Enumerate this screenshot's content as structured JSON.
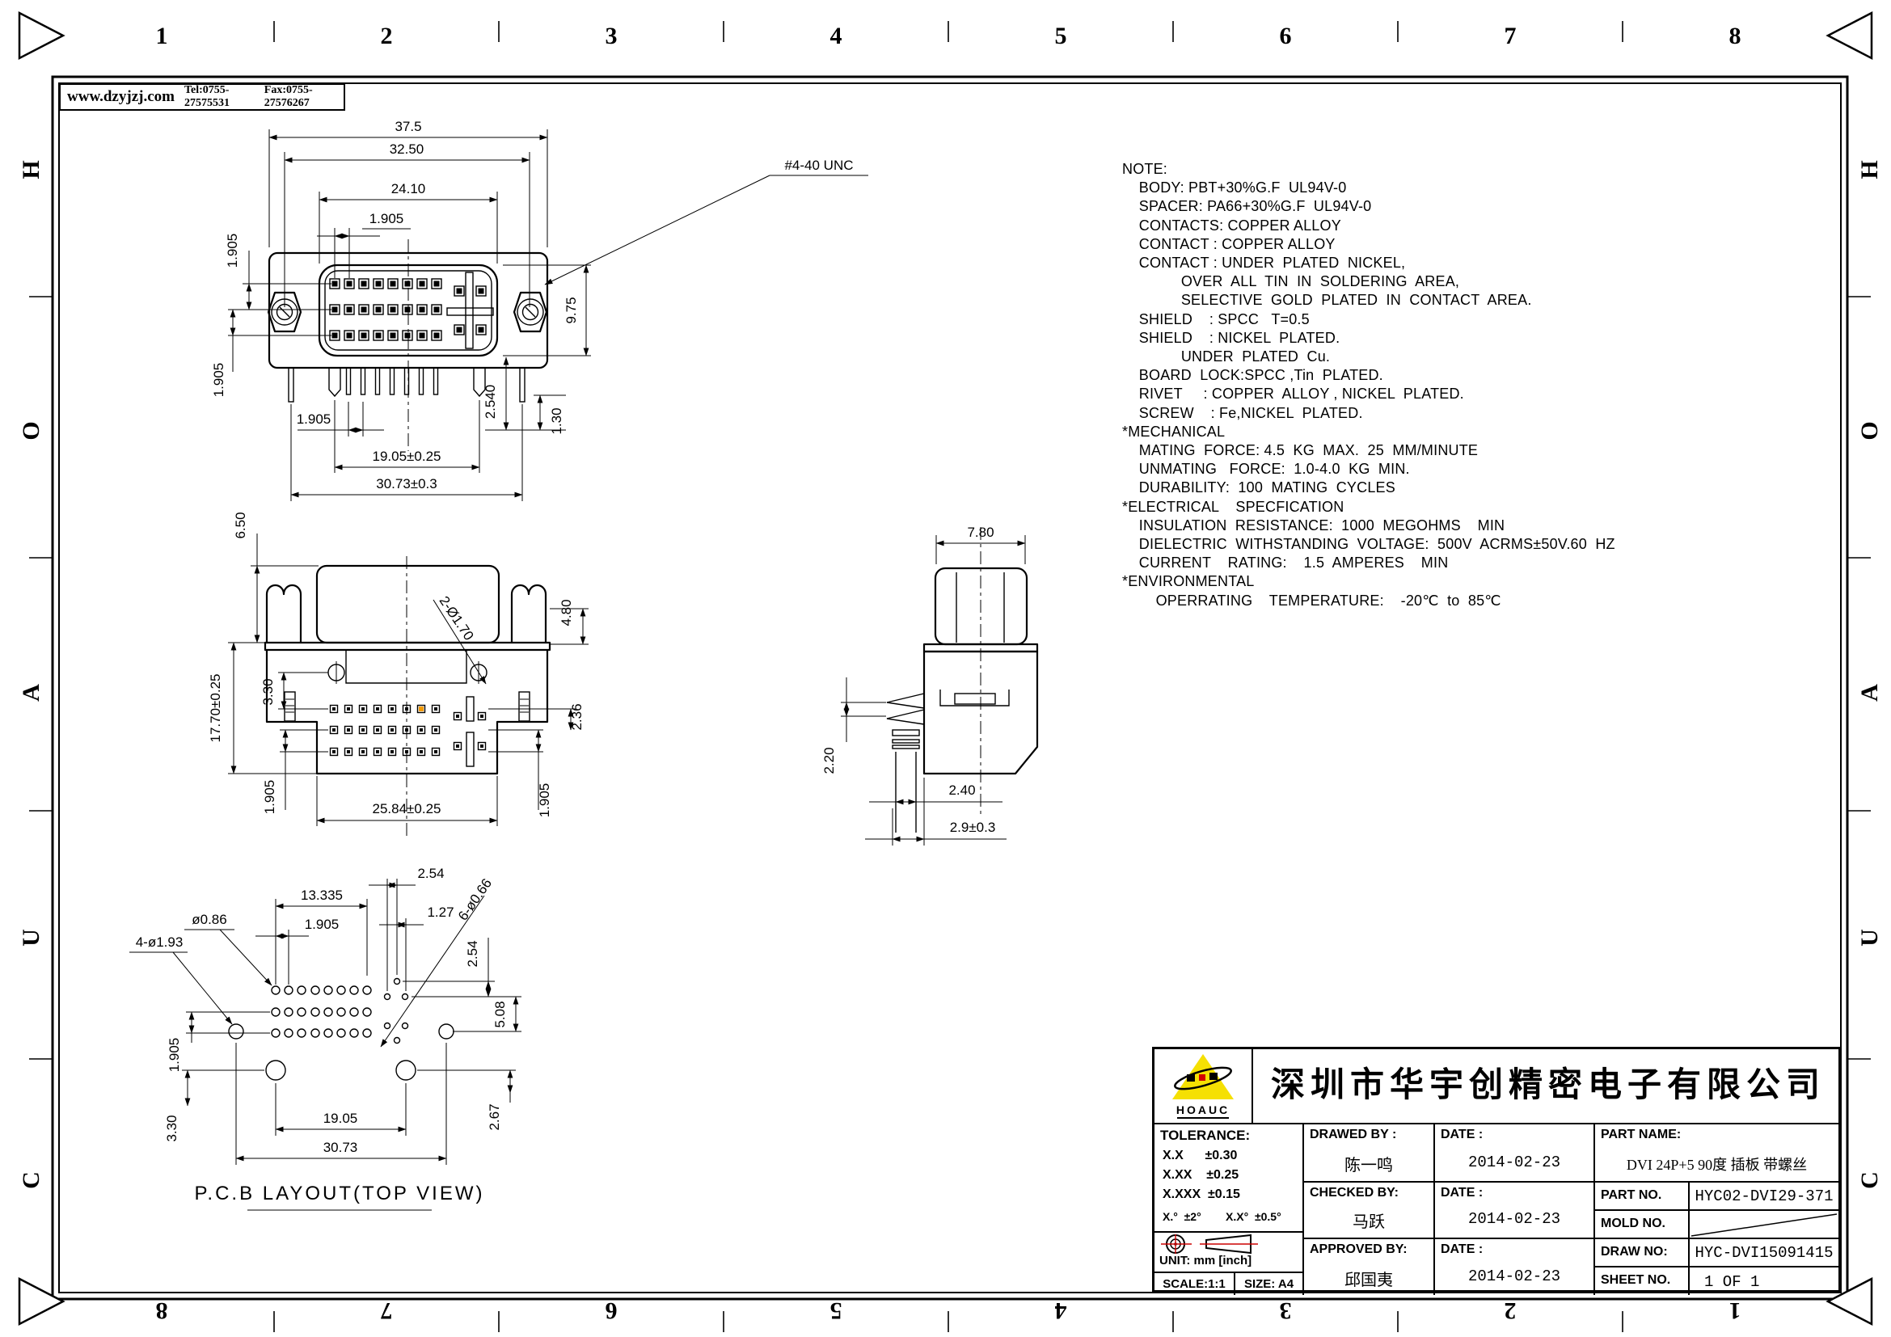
{
  "header": {
    "website": "www.dzyjzj.com",
    "tel": "Tel:0755-27575531",
    "fax": "Fax:0755-27576267"
  },
  "frame": {
    "cols_top": [
      "1",
      "2",
      "3",
      "4",
      "5",
      "6",
      "7",
      "8"
    ],
    "cols_bottom": [
      "8",
      "7",
      "6",
      "5",
      "4",
      "3",
      "2",
      "1"
    ],
    "rows_left": [
      "H",
      "O",
      "A",
      "U",
      "C"
    ],
    "rows_right": [
      "H",
      "O",
      "A",
      "U",
      "C"
    ]
  },
  "notes": {
    "text": "NOTE:\n    BODY: PBT+30%G.F  UL94V-0\n    SPACER: PA66+30%G.F  UL94V-0\n    CONTACTS: COPPER ALLOY\n    CONTACT : COPPER ALLOY\n    CONTACT : UNDER  PLATED  NICKEL,\n              OVER  ALL  TIN  IN  SOLDERING  AREA,\n              SELECTIVE  GOLD  PLATED  IN  CONTACT  AREA.\n    SHIELD    : SPCC   T=0.5\n    SHIELD    : NICKEL  PLATED.\n              UNDER  PLATED  Cu.\n    BOARD  LOCK:SPCC ,Tin  PLATED.\n    RIVET     : COPPER  ALLOY , NICKEL  PLATED.\n    SCREW    : Fe,NICKEL  PLATED.\n*MECHANICAL\n    MATING  FORCE: 4.5  KG  MAX.  25  MM/MINUTE\n    UNMATING   FORCE:  1.0-4.0  KG  MIN.\n    DURABILITY:  100  MATING  CYCLES\n*ELECTRICAL    SPECFICATION\n    INSULATION  RESISTANCE:  1000  MEGOHMS    MIN\n    DIELECTRIC  WITHSTANDING  VOLTAGE:  500V  ACRMS±50V.60  HZ\n    CURRENT    RATING:    1.5  AMPERES    MIN\n*ENVIRONMENTAL\n        OPERRATING    TEMPERATURE:    -20℃  to  85℃"
  },
  "views": {
    "front": {
      "dims": {
        "total_width": "37.5",
        "shell_width": "32.50",
        "contact_width": "24.10",
        "contact_pitch": "1.905",
        "screw_thread": "#4-40 UNC",
        "face_height": "9.75",
        "row_pitch_a": "1.905",
        "row_pitch_b": "1.905",
        "pin_pitch": "1.905",
        "pin_row_offset": "2.540",
        "pin_offset": "1.30",
        "pin_span": "19.05±0.25",
        "lock_span": "30.73±0.3"
      }
    },
    "rear": {
      "dims": {
        "standoff_height": "6.50",
        "total_height": "17.70±0.25",
        "rivet_offset": "3.30",
        "row_pitch_left": "1.905",
        "body_width": "25.84±0.25",
        "row_pitch_right": "1.905",
        "micro_pitch": "2.36",
        "flange_offset": "4.80",
        "rivet_holes": "2-Ø1.70"
      }
    },
    "side": {
      "dims": {
        "top_width": "7.80",
        "lock_height": "2.20",
        "pin_width": "2.40",
        "body_depth": "2.9±0.3"
      }
    },
    "pcb": {
      "title": "P.C.B    LAYOUT(TOP VIEW)",
      "dims": {
        "row_span": "13.335",
        "pitch": "1.905",
        "hole_dia": "ø0.86",
        "mount_holes": "4-ø1.93",
        "micro_gap_a": "2.54",
        "micro_gap_b": "1.27",
        "micro_holes": "6-ø0.66",
        "micro_v1": "2.54",
        "micro_v2": "5.08",
        "mount_v": "2.67",
        "row_pitch": "1.905",
        "mount_offset": "3.30",
        "pin_span": "19.05",
        "lock_span": "30.73"
      }
    }
  },
  "title_block": {
    "company": "深圳市华宇创精密电子有限公司",
    "logo_text": "HOAUC",
    "tolerance": {
      "label": "TOLERANCE:",
      "rows": [
        "X.X      ±0.30",
        "X.XX    ±0.25",
        "X.XXX  ±0.15"
      ],
      "angle_a": "X.°  ±2°",
      "angle_b": "X.X°  ±0.5°"
    },
    "drawed": {
      "label": "DRAWED BY :",
      "name": "陈一鸣",
      "date_label": "DATE :",
      "date": "2014-02-23"
    },
    "checked": {
      "label": "CHECKED BY:",
      "name": "马跃",
      "date_label": "DATE :",
      "date": "2014-02-23"
    },
    "approved": {
      "label": "APPROVED BY:",
      "name": "邱国夷",
      "date_label": "DATE :",
      "date": "2014-02-23"
    },
    "part_name": {
      "label": "PART NAME:",
      "value": "DVI 24P+5 90度 插板 带螺丝"
    },
    "part_no": {
      "label": "PART NO.",
      "value": "HYC02-DVI29-371"
    },
    "mold_no": {
      "label": "MOLD NO.",
      "value": ""
    },
    "draw_no": {
      "label": "DRAW NO:",
      "value": "HYC-DVI15091415"
    },
    "sheet_no": {
      "label": "SHEET NO.",
      "value": "1 OF 1"
    },
    "unit": "UNIT:  mm  [inch]",
    "scale": "SCALE:1:1",
    "size": "SIZE: A4"
  }
}
